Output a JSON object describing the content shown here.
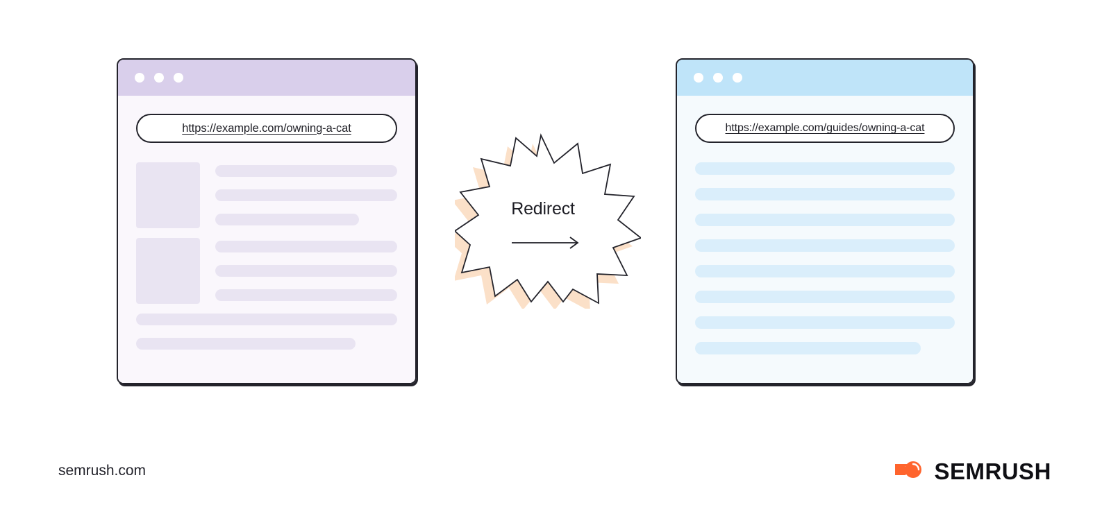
{
  "background_color": "#ffffff",
  "left_window": {
    "name": "original-url-window",
    "titlebar_color": "#d9cfeb",
    "body_color": "#faf7fc",
    "traffic_dots": [
      "dot-1",
      "dot-2",
      "dot-3"
    ],
    "url": "https://example.com/owning-a-cat",
    "content_groups": [
      {
        "thumbnail": "image-placeholder",
        "bars": [
          "bar-full",
          "bar-full",
          "bar-short"
        ]
      },
      {
        "thumbnail": "image-placeholder",
        "bars": [
          "bar-full",
          "bar-full",
          "bar-full"
        ]
      }
    ],
    "bottom_bars": [
      "bar-full",
      "bar-short"
    ]
  },
  "right_window": {
    "name": "redirect-target-window",
    "titlebar_color": "#bfe4f9",
    "body_color": "#f5fafd",
    "traffic_dots": [
      "dot-1",
      "dot-2",
      "dot-3"
    ],
    "url": "https://example.com/guides/owning-a-cat",
    "bars": [
      "bar-full",
      "bar-full",
      "bar-full",
      "bar-full",
      "bar-full",
      "bar-full",
      "bar-full",
      "bar-short"
    ]
  },
  "badge": {
    "label": "Redirect",
    "shape": "starburst-12-point",
    "fill_color": "#ffffff",
    "outline_color": "#23232b",
    "shadow_color": "#fbe0c8",
    "arrow": "arrow-right-icon"
  },
  "footer": {
    "site": "semrush.com",
    "brand_name": "SEMRUSH",
    "brand_icon": "semrush-comet-icon",
    "brand_color": "#ff642d"
  }
}
